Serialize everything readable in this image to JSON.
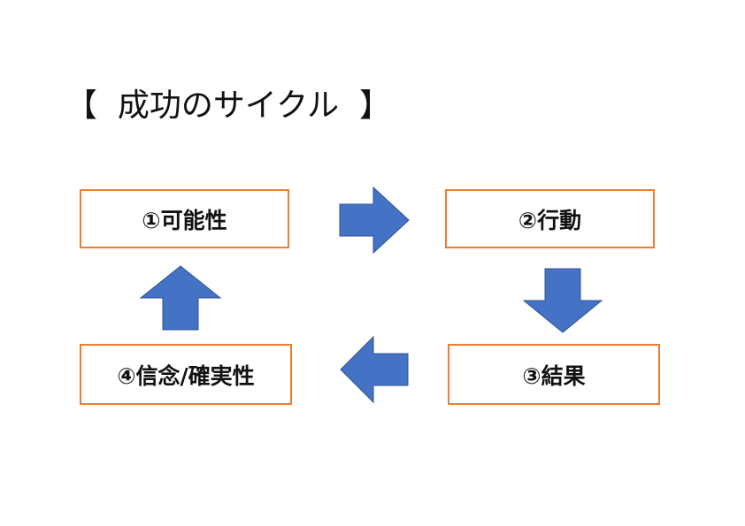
{
  "title": "【  成功のサイクル  】",
  "steps": [
    {
      "label": "①可能性"
    },
    {
      "label": "②行動"
    },
    {
      "label": "③結果"
    },
    {
      "label": "④信念/確実性"
    }
  ],
  "colors": {
    "box_border": "#ED7D31",
    "arrow_fill": "#4472C4",
    "arrow_stroke": "#2F528F",
    "text": "#111111"
  }
}
